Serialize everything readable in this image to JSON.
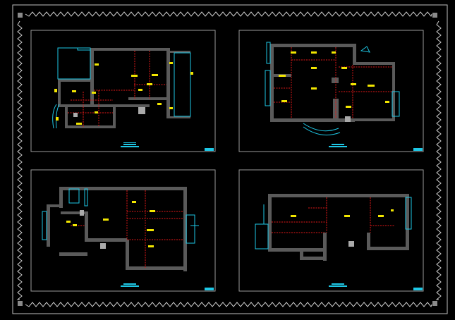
{
  "colors": {
    "background": "#000000",
    "frame": "#bfbfbf",
    "wall": "#5a5a5a",
    "window": "#1ec8e6",
    "partition": "#e01818",
    "label": "#f2e600",
    "title_bar": "#1ec8e6"
  },
  "sheets": [
    {
      "id": "plan-1",
      "note": ""
    },
    {
      "id": "plan-2",
      "note": ""
    },
    {
      "id": "plan-3",
      "note": ""
    },
    {
      "id": "plan-4",
      "note": ""
    }
  ],
  "icons": [
    "zigzag-border-icon",
    "corner-marker-icon",
    "title-block-icon",
    "stamp-icon"
  ]
}
